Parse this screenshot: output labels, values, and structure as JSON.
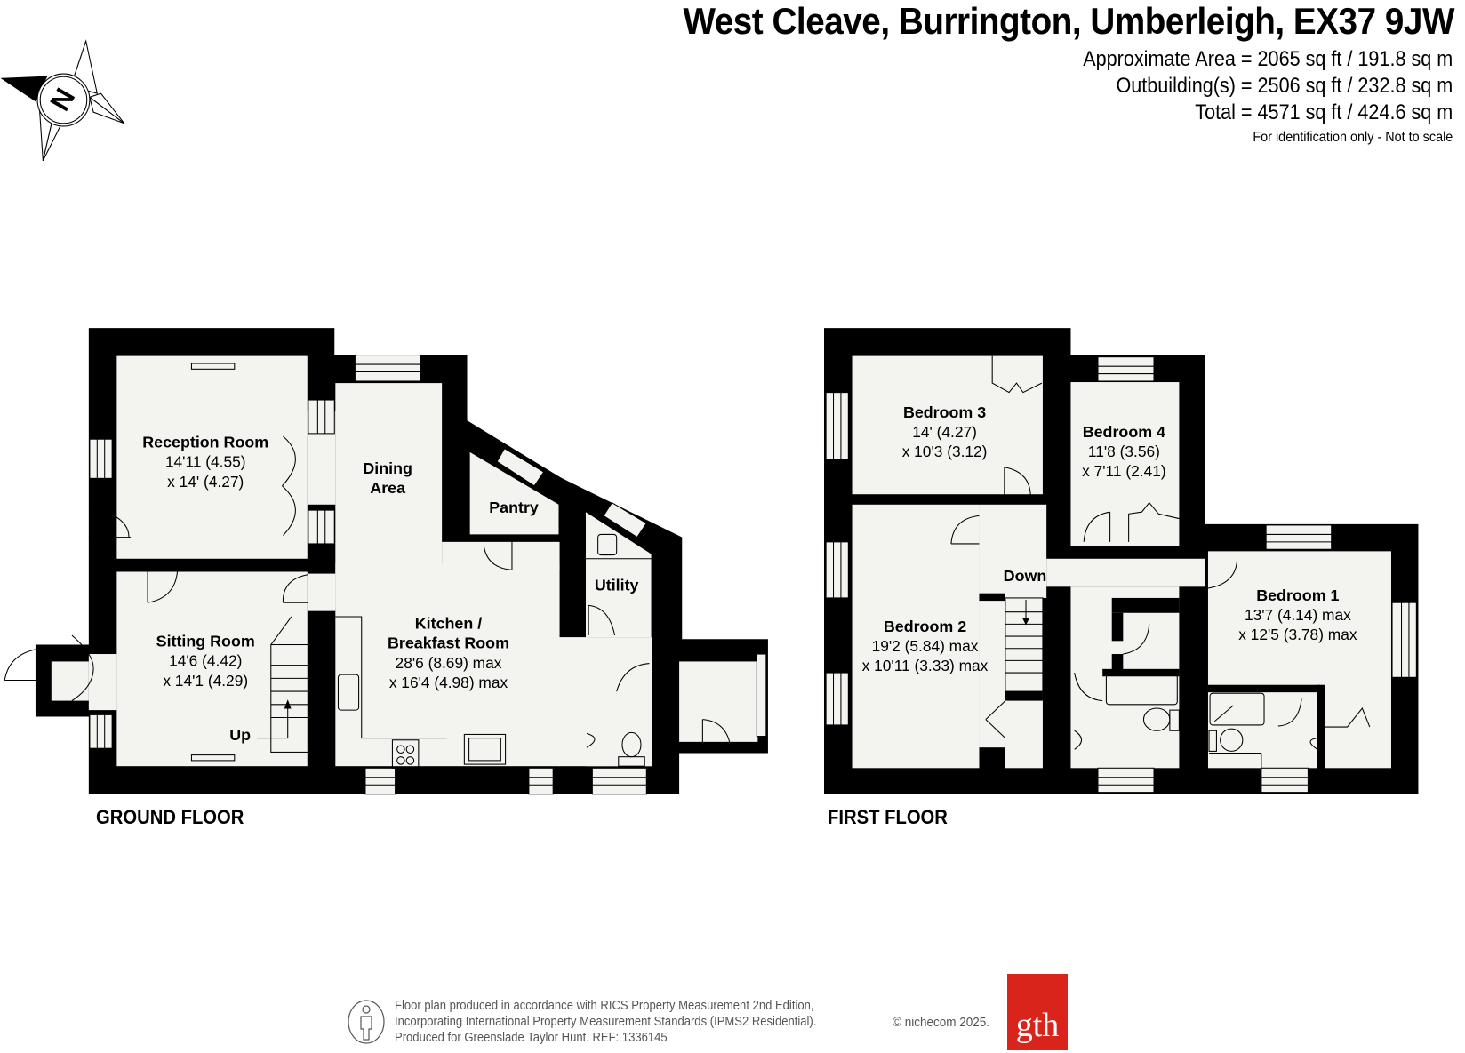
{
  "header": {
    "title": "West Cleave, Burrington, Umberleigh, EX37 9JW",
    "areas": [
      "Approximate Area = 2065 sq ft / 191.8 sq m",
      "Outbuilding(s) = 2506 sq ft / 232.8 sq m",
      "Total = 4571 sq ft / 424.6 sq m"
    ],
    "note": "For identification only - Not to scale"
  },
  "compass": {
    "icon": "compass-north-icon",
    "letter": "N"
  },
  "ground_floor": {
    "label": "GROUND FLOOR",
    "rooms": [
      {
        "name": "Reception Room",
        "dim1": "14'11 (4.55)",
        "dim2": "x 14' (4.27)"
      },
      {
        "name": "Dining",
        "name2": "Area"
      },
      {
        "name": "Pantry"
      },
      {
        "name": "Utility"
      },
      {
        "name": "Sitting Room",
        "dim1": "14'6 (4.42)",
        "dim2": "x 14'1 (4.29)"
      },
      {
        "name": "Kitchen /",
        "name2": "Breakfast Room",
        "dim1": "28'6 (8.69) max",
        "dim2": "x 16'4 (4.98) max"
      }
    ],
    "stairs_label": "Up"
  },
  "first_floor": {
    "label": "FIRST FLOOR",
    "rooms": [
      {
        "name": "Bedroom 3",
        "dim1": "14' (4.27)",
        "dim2": "x 10'3 (3.12)"
      },
      {
        "name": "Bedroom 4",
        "dim1": "11'8 (3.56)",
        "dim2": "x 7'11 (2.41)"
      },
      {
        "name": "Bedroom 2",
        "dim1": "19'2 (5.84) max",
        "dim2": "x 10'11 (3.33) max"
      },
      {
        "name": "Bedroom 1",
        "dim1": "13'7 (4.14) max",
        "dim2": "x 12'5 (3.78) max"
      }
    ],
    "stairs_label": "Down"
  },
  "footer": {
    "lines": [
      "Floor plan produced in accordance with RICS Property Measurement 2nd Edition,",
      "Incorporating International Property Measurement Standards (IPMS2 Residential).",
      "Produced for Greenslade Taylor Hunt.   REF: 1336145"
    ],
    "copyright": "© nichecom 2025.",
    "logo_text": "gth",
    "logo_color": "#d9241c"
  },
  "colors": {
    "wall": "#000000",
    "floor": "#f3f3f0",
    "text": "#000000"
  }
}
